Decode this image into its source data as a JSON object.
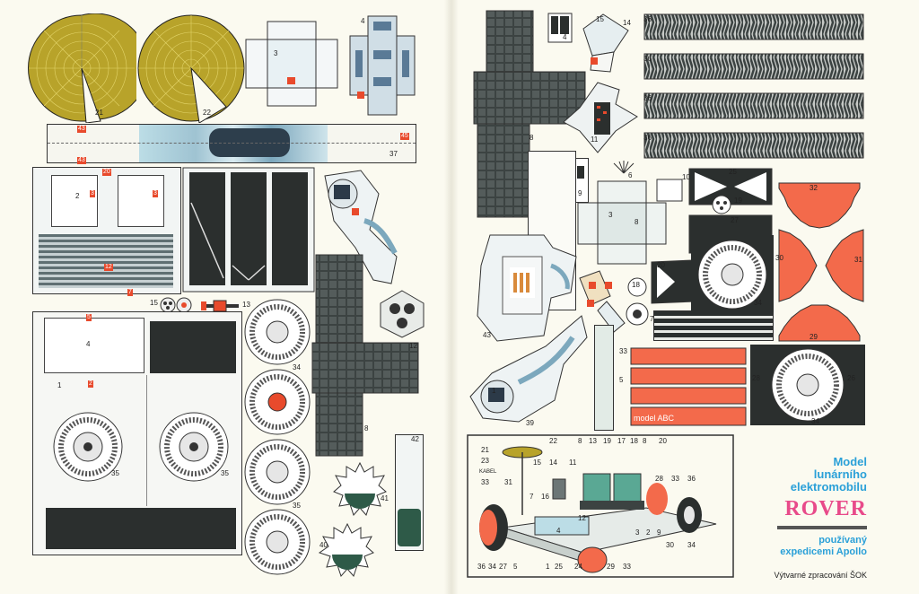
{
  "title": {
    "line1": "Model",
    "line2": "lunárního",
    "line3": "elektromobilu",
    "name": "ROVER",
    "sub1": "používaný",
    "sub2": "expedicemi Apollo",
    "credit": "Výtvarné zpracování ŠOK"
  },
  "labels": {
    "model_abc": "model ABC",
    "kabel": "KABEL"
  },
  "part_numbers": {
    "n1": "1",
    "n2": "2",
    "n3": "3",
    "n4": "4",
    "n5": "5",
    "n6": "6",
    "n7": "7",
    "n8": "8",
    "n9": "9",
    "n10": "10",
    "n11": "11",
    "n12": "12",
    "n13": "13",
    "n14": "14",
    "n15": "15",
    "n16": "16",
    "n17": "17",
    "n18": "18",
    "n19": "19",
    "n20": "20",
    "n21": "21",
    "n22": "22",
    "n23": "23",
    "n24": "24",
    "n25": "25",
    "n26": "26",
    "n27": "27",
    "n28": "28",
    "n29": "29",
    "n30": "30",
    "n31": "31",
    "n32": "32",
    "n33": "33",
    "n34": "34",
    "n35": "35",
    "n36": "36",
    "n37": "37",
    "n38": "38",
    "n39": "39",
    "n40": "40",
    "n41": "41",
    "n42": "42",
    "n43": "43",
    "n44": "44",
    "n45": "45"
  },
  "colors": {
    "paper": "#fbfaf0",
    "gold": "#b8a32a",
    "accent_orange": "#f36a4b",
    "dark_panel": "#2b2f2e",
    "grid_panel": "#3c4342",
    "light_blue": "#bcdde6",
    "title_blue": "#2aa0d8",
    "title_pink": "#e84a8a"
  }
}
